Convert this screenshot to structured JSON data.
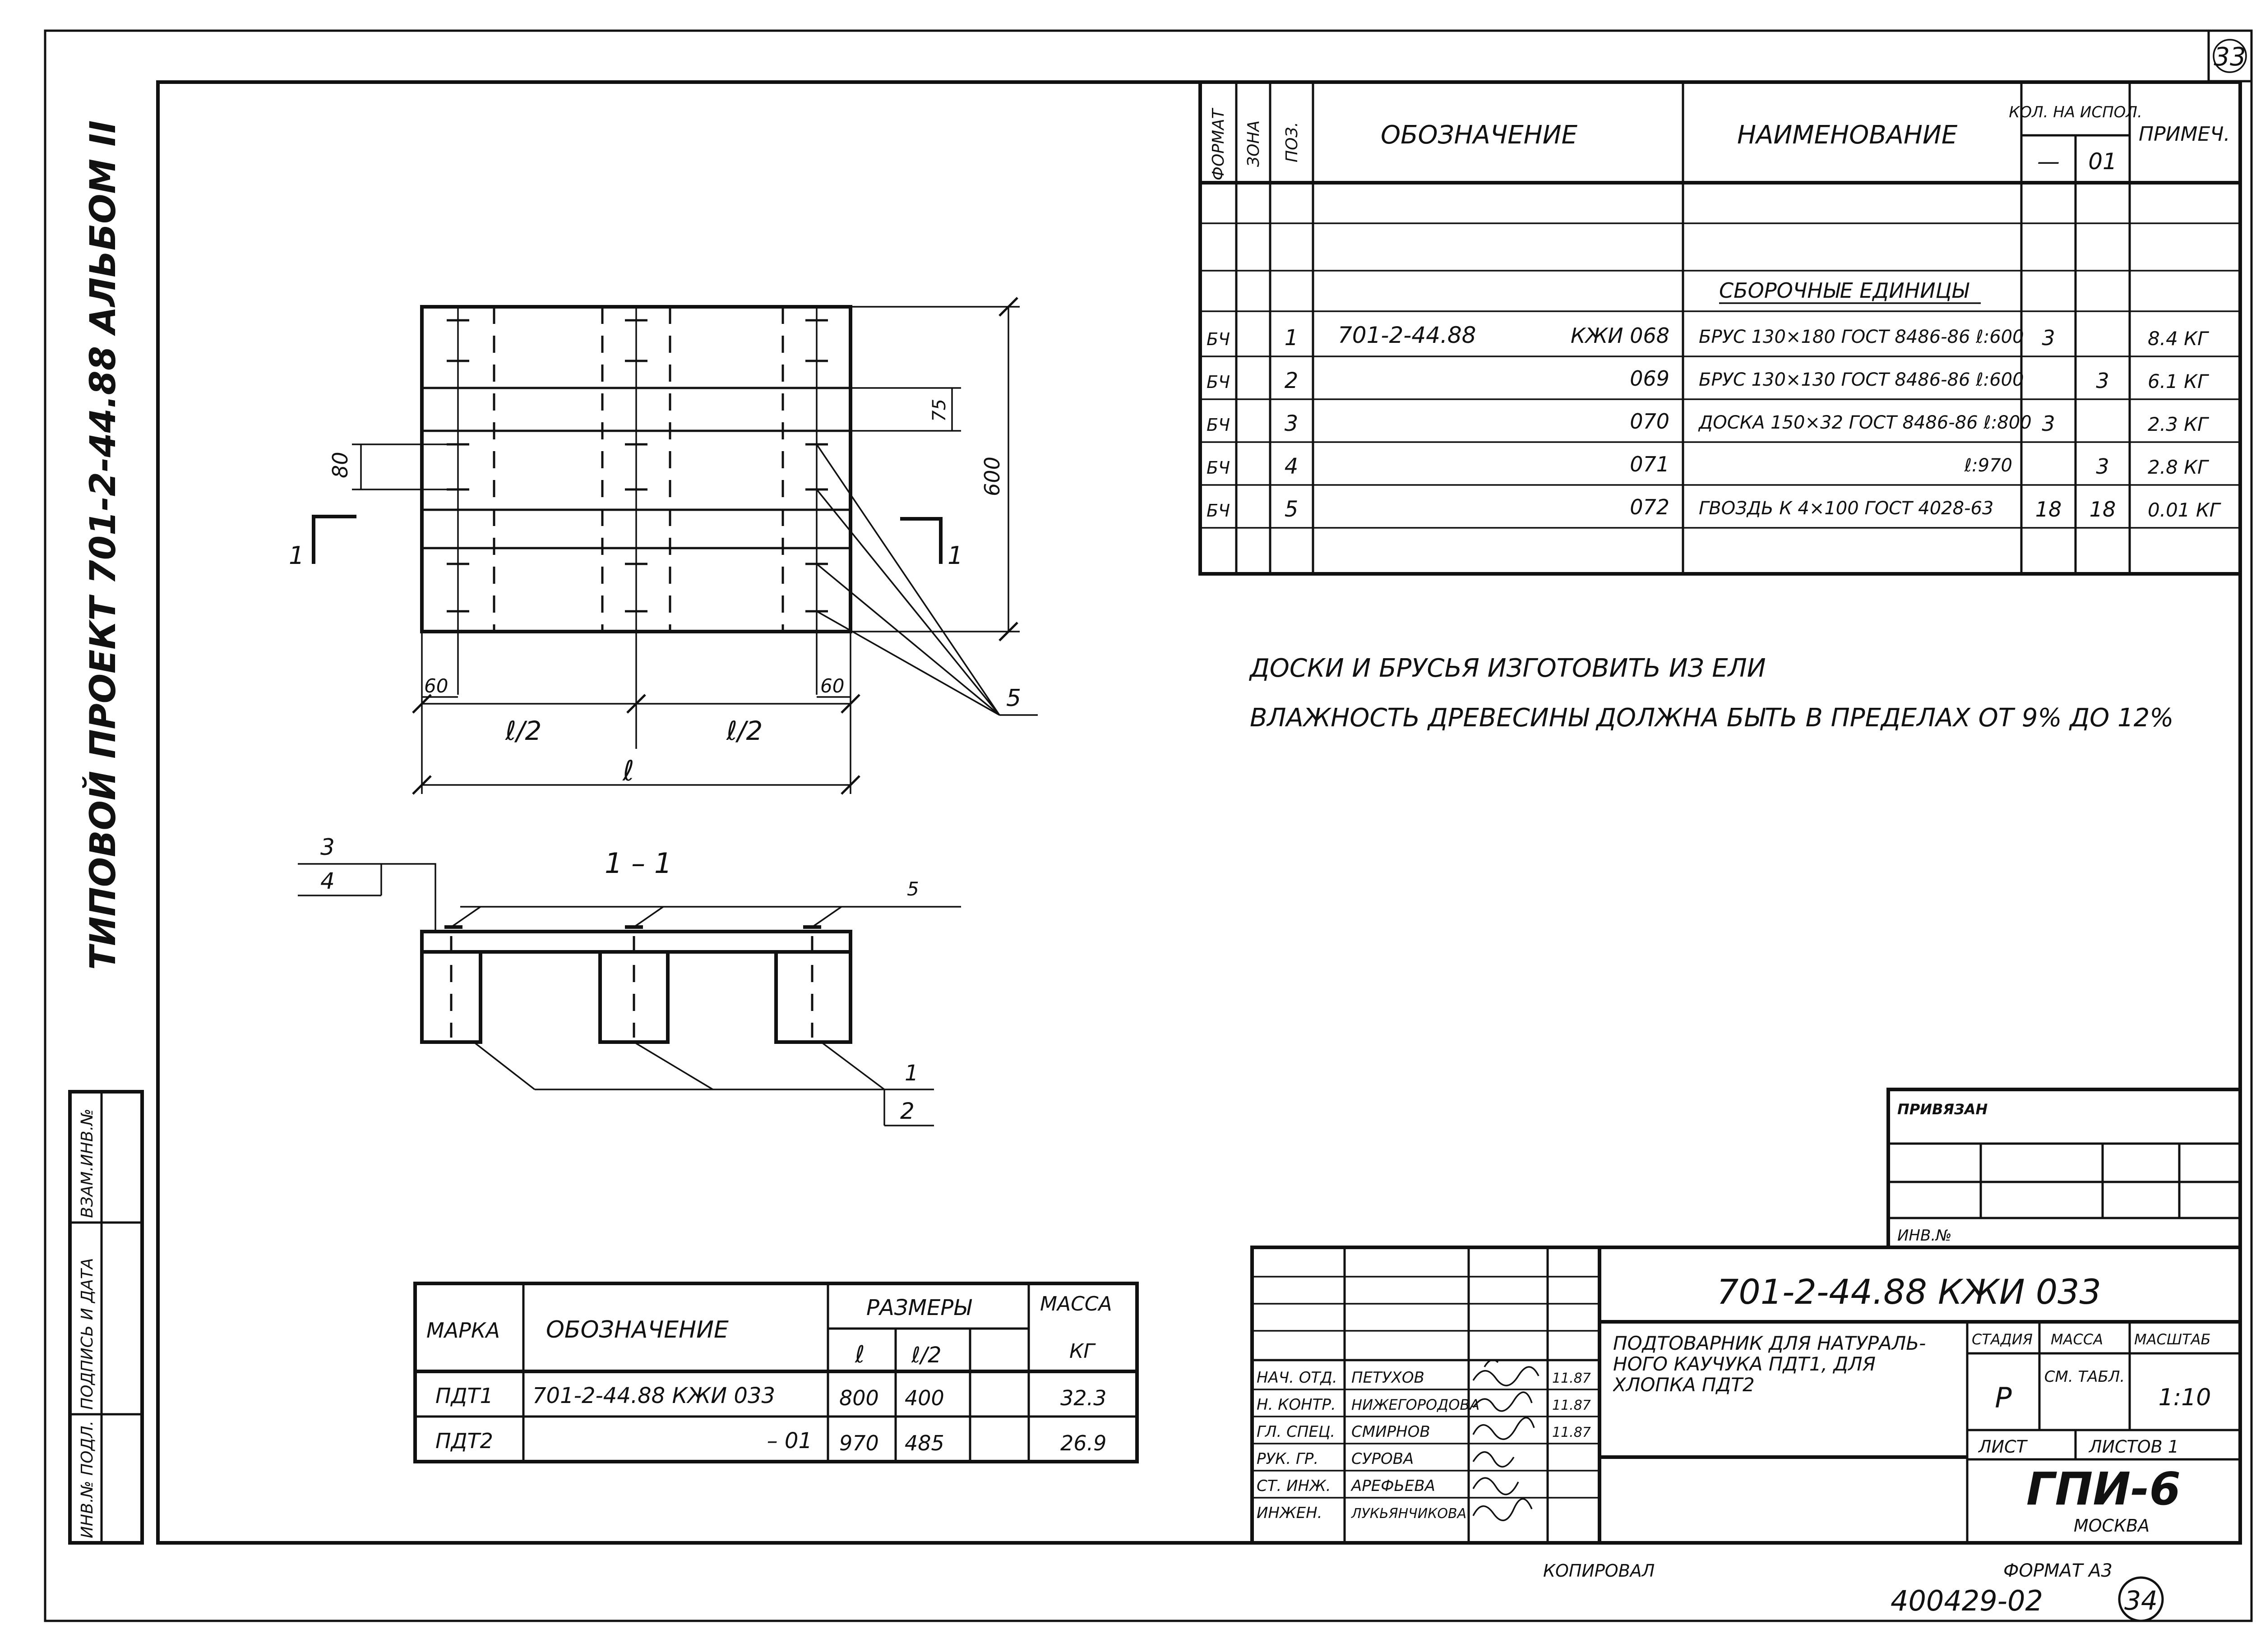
{
  "sheet": {
    "page_number_top": "33",
    "bottom_stamp_code": "400429-02",
    "bottom_page_number": "34",
    "copied_label": "КОПИРОВАЛ",
    "format_label": "ФОРМАТ А3"
  },
  "side_title": {
    "text": "ТИПОВОЙ   ПРОЕКТ   701-2-44.88      АЛЬБОМ  II"
  },
  "side_stamp": {
    "cells": [
      "ВЗАМ.ИНВ.№",
      "ПОДПИСЬ И ДАТА",
      "ИНВ.№ ПОДЛ."
    ]
  },
  "spec_table": {
    "headers": {
      "format": "ФОРМАТ",
      "zone": "ЗОНА",
      "pos": "ПОЗ.",
      "designation": "ОБОЗНАЧЕНИЕ",
      "name": "НАИМЕНОВАНИЕ",
      "qty_header": "КОЛ. НА ИСПОЛ.",
      "qty_col1": "—",
      "qty_col2": "01",
      "note": "ПРИМЕЧ."
    },
    "section_title": "СБОРОЧНЫЕ ЕДИНИЦЫ",
    "rows": [
      {
        "format": "БЧ",
        "pos": "1",
        "designation_prefix": "701-2-44.88",
        "designation": "КЖИ 068",
        "name": "БРУС 130×180 ГОСТ 8486-86 ℓ:600",
        "qty1": "3",
        "qty2": "",
        "note": "8.4 КГ"
      },
      {
        "format": "БЧ",
        "pos": "2",
        "designation_prefix": "",
        "designation": "069",
        "name": "БРУС 130×130 ГОСТ 8486-86 ℓ:600",
        "qty1": "",
        "qty2": "3",
        "note": "6.1 КГ"
      },
      {
        "format": "БЧ",
        "pos": "3",
        "designation_prefix": "",
        "designation": "070",
        "name": "ДОСКА 150×32 ГОСТ 8486-86 ℓ:800",
        "qty1": "3",
        "qty2": "",
        "note": "2.3 КГ"
      },
      {
        "format": "БЧ",
        "pos": "4",
        "designation_prefix": "",
        "designation": "071",
        "name": "ℓ:970",
        "qty1": "",
        "qty2": "3",
        "note": "2.8 КГ"
      },
      {
        "format": "БЧ",
        "pos": "5",
        "designation_prefix": "",
        "designation": "072",
        "name": "ГВОЗДЬ К 4×100 ГОСТ 4028-63",
        "qty1": "18",
        "qty2": "18",
        "note": "0.01 КГ"
      }
    ]
  },
  "notes": {
    "line1": "ДОСКИ  И  БРУСЬЯ  ИЗГОТОВИТЬ  ИЗ  ЕЛИ",
    "line2": "ВЛАЖНОСТЬ  ДРЕВЕСИНЫ  ДОЛЖНА  БЫТЬ  В  ПРЕДЕЛАХ  ОТ  9%  ДО 12%"
  },
  "plan_view": {
    "dim_600": "600",
    "dim_75": "75",
    "dim_80": "80",
    "dim_60_left": "60",
    "dim_60_right": "60",
    "half_left": "ℓ/2",
    "half_right": "ℓ/2",
    "full": "ℓ",
    "section_mark": "1",
    "callout_5": "5"
  },
  "section_view": {
    "title": "1 – 1",
    "callout_3": "3",
    "callout_4": "4",
    "callout_5": "5",
    "callout_1": "1",
    "callout_2": "2"
  },
  "sizes_table": {
    "h_mark": "МАРКА",
    "h_designation": "ОБОЗНАЧЕНИЕ",
    "h_sizes": "РАЗМЕРЫ",
    "h_l": "ℓ",
    "h_l2": "ℓ/2",
    "h_mass": "МАССА",
    "h_kg": "КГ",
    "rows": [
      {
        "mark": "ПДТ1",
        "designation": "701-2-44.88   КЖИ 033",
        "l": "800",
        "l2": "400",
        "mass": "32.3"
      },
      {
        "mark": "ПДТ2",
        "designation": "– 01",
        "l": "970",
        "l2": "485",
        "mass": "26.9"
      }
    ]
  },
  "title_block": {
    "attached_label": "ПРИВЯЗАН",
    "inv_label": "ИНВ.№",
    "code": "701-2-44.88      КЖИ 033",
    "description": "ПОДТОВАРНИК ДЛЯ НАТУРАЛЬ-НОГО КАУЧУКА ПДТ1, ДЛЯ ХЛОПКА ПДТ2",
    "stage_label": "СТАДИЯ",
    "mass_label": "МАССА",
    "scale_label": "МАСШТАБ",
    "stage_value": "Р",
    "mass_value": "СМ. ТАБЛ.",
    "scale_value": "1:10",
    "sheet_label": "ЛИСТ",
    "sheets_label": "ЛИСТОВ 1",
    "org_name": "ГПИ-6",
    "org_city": "МОСКВА",
    "people": [
      {
        "role": "НАЧ. ОТД.",
        "name": "ПЕТУХОВ",
        "date": "11.87"
      },
      {
        "role": "Н. КОНТР.",
        "name": "НИЖЕГОРОДОВА",
        "date": "11.87"
      },
      {
        "role": "ГЛ. СПЕЦ.",
        "name": "СМИРНОВ",
        "date": "11.87"
      },
      {
        "role": "РУК. ГР.",
        "name": "СУРОВА",
        "date": ""
      },
      {
        "role": "СТ. ИНЖ.",
        "name": "АРЕФЬЕВА",
        "date": ""
      },
      {
        "role": "ИНЖЕН.",
        "name": "ЛУКЬЯНЧИКОВА",
        "date": ""
      }
    ]
  }
}
